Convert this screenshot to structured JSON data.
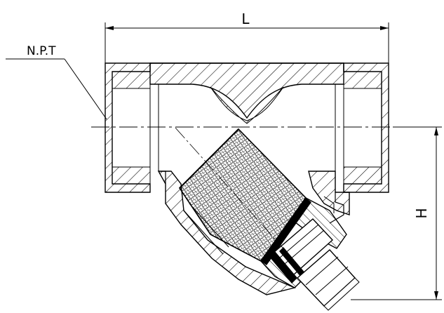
{
  "drawing": {
    "labels": {
      "thread": "N.P.T",
      "length": "L",
      "height": "H"
    },
    "colors": {
      "line": "#000000",
      "background": "#ffffff"
    }
  }
}
